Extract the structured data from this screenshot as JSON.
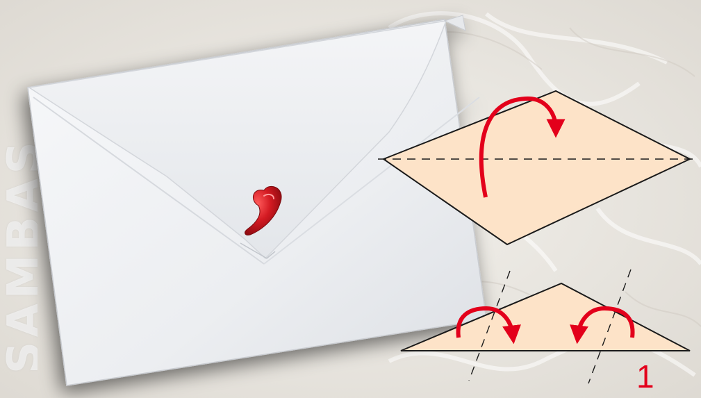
{
  "watermark": {
    "text": "SAMBAS"
  },
  "diagram": {
    "step_number": "1",
    "fold_arrow_color": "#e3001b",
    "paper_color": "#fde3c8",
    "outline_color": "#1a1a1a",
    "steps": [
      {
        "shape": "diamond",
        "crease": "horizontal-valley-fold",
        "arrows": [
          "fold-top-over-arrow"
        ]
      },
      {
        "shape": "triangle",
        "crease": "two-diagonal-folds",
        "arrows": [
          "fold-left-corner-arrow",
          "fold-right-corner-arrow"
        ]
      }
    ]
  },
  "photo": {
    "subject": "envelope",
    "seal_color": "#d31a22",
    "envelope_color": "#f2f3f5"
  }
}
